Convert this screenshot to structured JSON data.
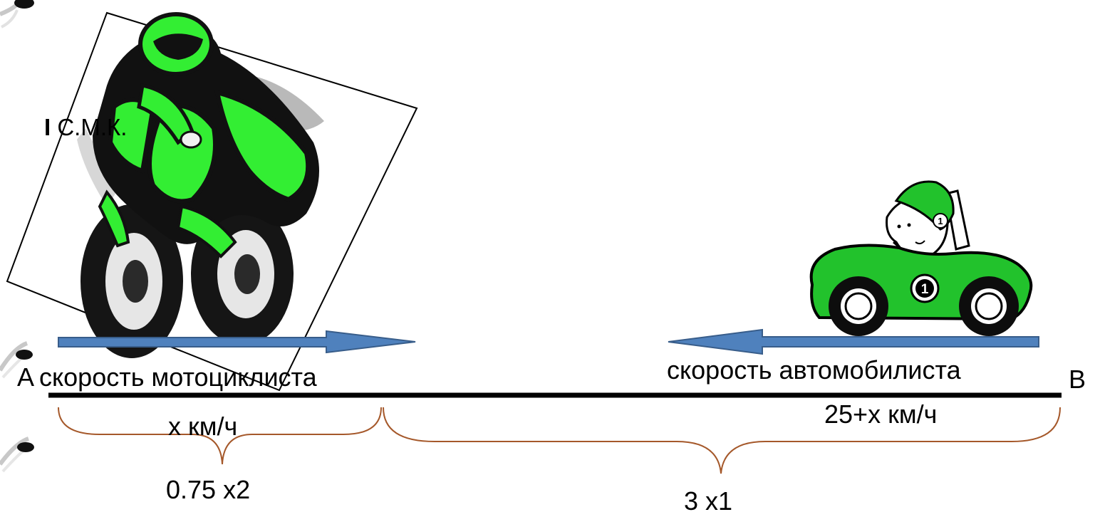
{
  "labels": {
    "point_a": "А",
    "point_b": "В",
    "moto_speed_label": "скорость  мотоциклиста",
    "moto_speed_value": "х км/ч",
    "car_speed_label": "скорость автомобилиста",
    "car_speed_value": "25+х км/ч",
    "moto_time": "0.75 х2",
    "car_time": "3 х1",
    "stamp_mark": "I",
    "stamp_text": "С.М.К."
  },
  "icons": {
    "binder_rings": "binder-ring-icon",
    "motorcycle": "motorcycle-rider-icon",
    "car": "race-car-icon",
    "moto_arrow": "arrow-right-icon",
    "car_arrow": "arrow-left-icon"
  },
  "colors": {
    "arrow_fill": "#4f81bd",
    "arrow_stroke": "#385d8a",
    "vehicle_green": "#22c22c",
    "moto_green": "#33ee33",
    "brace": "#a5582a",
    "road": "#000000"
  }
}
